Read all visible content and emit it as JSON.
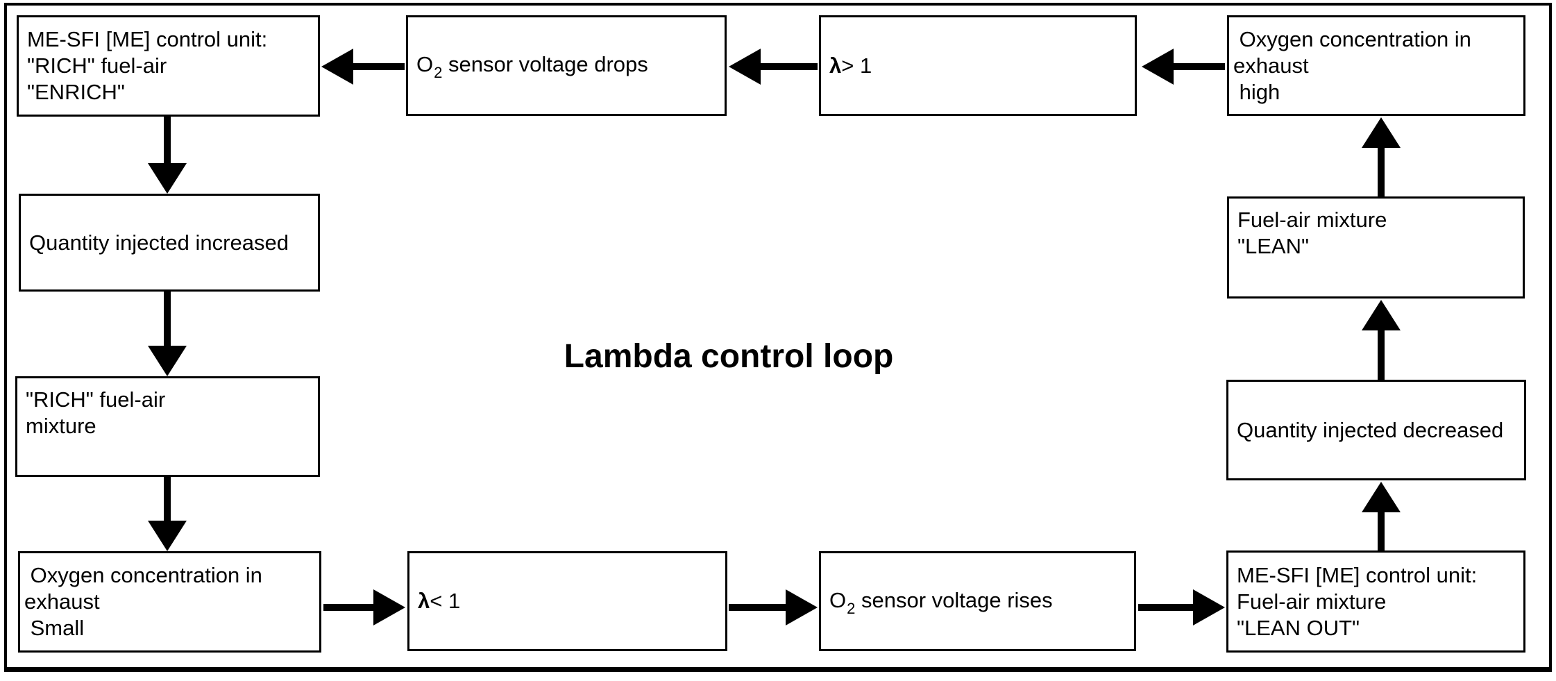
{
  "title": "Lambda control loop",
  "colors": {
    "line": "#000000",
    "background": "#ffffff",
    "text": "#000000"
  },
  "boxes": {
    "me_enrich": {
      "lines": [
        "ME-SFI [ME] control unit:",
        "\"RICH\" fuel-air",
        "\"ENRICH\""
      ]
    },
    "o2_drops": {
      "o": "O",
      "sub": "2",
      "rest": " sensor voltage drops"
    },
    "lambda_gt1": {
      "sym": "λ",
      "rest": "> 1"
    },
    "oxygen_high": {
      "lines": [
        " Oxygen concentration in",
        "exhaust",
        " high"
      ]
    },
    "fuel_air_lean": {
      "lines": [
        "Fuel-air mixture",
        "\"LEAN\""
      ]
    },
    "qty_decreased": {
      "lines": [
        "Quantity injected decreased"
      ]
    },
    "me_lean_out": {
      "lines": [
        "ME-SFI [ME] control unit:",
        "Fuel-air mixture",
        "\"LEAN OUT\""
      ]
    },
    "o2_rises": {
      "o": "O",
      "sub": "2",
      "rest": " sensor voltage rises"
    },
    "lambda_lt1": {
      "sym": "λ",
      "rest": "< 1"
    },
    "oxygen_small": {
      "lines": [
        " Oxygen concentration in",
        "exhaust",
        " Small"
      ]
    },
    "rich_mixture": {
      "lines": [
        "\"RICH\" fuel-air",
        "mixture"
      ]
    },
    "qty_increased": {
      "lines": [
        "Quantity injected increased"
      ]
    }
  }
}
